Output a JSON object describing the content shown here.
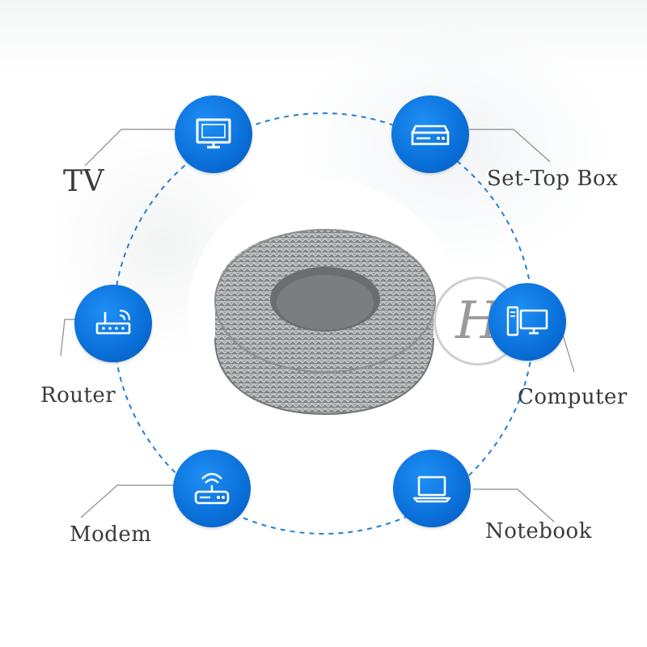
{
  "devices": {
    "tv": {
      "label": "TV",
      "icon": "tv-icon"
    },
    "set_top_box": {
      "label": "Set-Top Box",
      "icon": "set-top-box-icon"
    },
    "router": {
      "label": "Router",
      "icon": "router-icon"
    },
    "computer": {
      "label": "Computer",
      "icon": "desktop-computer-icon"
    },
    "modem": {
      "label": "Modem",
      "icon": "modem-wifi-icon"
    },
    "notebook": {
      "label": "Notebook",
      "icon": "laptop-icon"
    }
  },
  "watermark": {
    "text": "H"
  },
  "colors": {
    "badge_blue": "#0a6fd9",
    "dash_line": "#1f7fd6",
    "leader_line": "#8a8a8a",
    "label_text": "#3a3a3a",
    "cable_gray": "#9ea1a3"
  }
}
